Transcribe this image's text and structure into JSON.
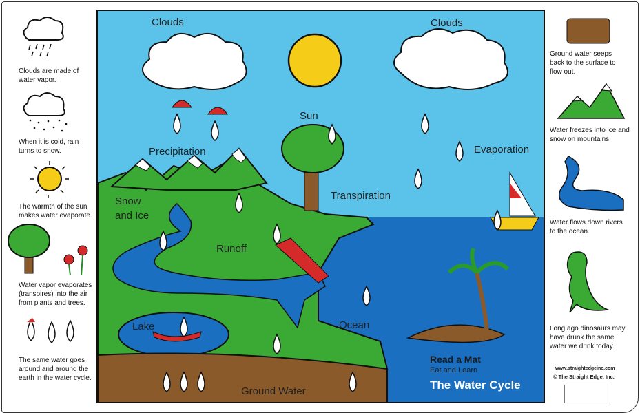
{
  "left_panel": {
    "captions": [
      "Clouds are made of water vapor.",
      "When it is cold, rain turns to snow.",
      "The warmth of the sun makes water evaporate.",
      "Water vapor evaporates (transpires) into the air from plants and trees.",
      "The same water goes around and around the earth in the water cycle."
    ]
  },
  "right_panel": {
    "captions": [
      "Ground water seeps back to the surface to flow out.",
      "Water freezes into ice and snow on mountains.",
      "Water flows down rivers to the ocean.",
      "Long ago dinosaurs may have drunk the same water we drink today."
    ],
    "website": "www.straightedgeinc.com",
    "copyright": "© The Straight Edge, Inc."
  },
  "scene": {
    "labels": {
      "clouds_left": "Clouds",
      "clouds_right": "Clouds",
      "sun": "Sun",
      "precipitation": "Precipitation",
      "evaporation": "Evaporation",
      "transpiration": "Transpiration",
      "snow_and_ice": "Snow and Ice",
      "runoff": "Runoff",
      "lake": "Lake",
      "ocean": "Ocean",
      "ground_water": "Ground Water"
    }
  },
  "brand": {
    "name": "Read a Mat",
    "tagline": "Eat and Learn",
    "title": "The Water Cycle"
  },
  "colors": {
    "sky": "#5bc2ea",
    "ocean": "#1a6fc0",
    "land": "#3aaa35",
    "ground": "#8b5a2b",
    "sun": "#f5cc17"
  }
}
